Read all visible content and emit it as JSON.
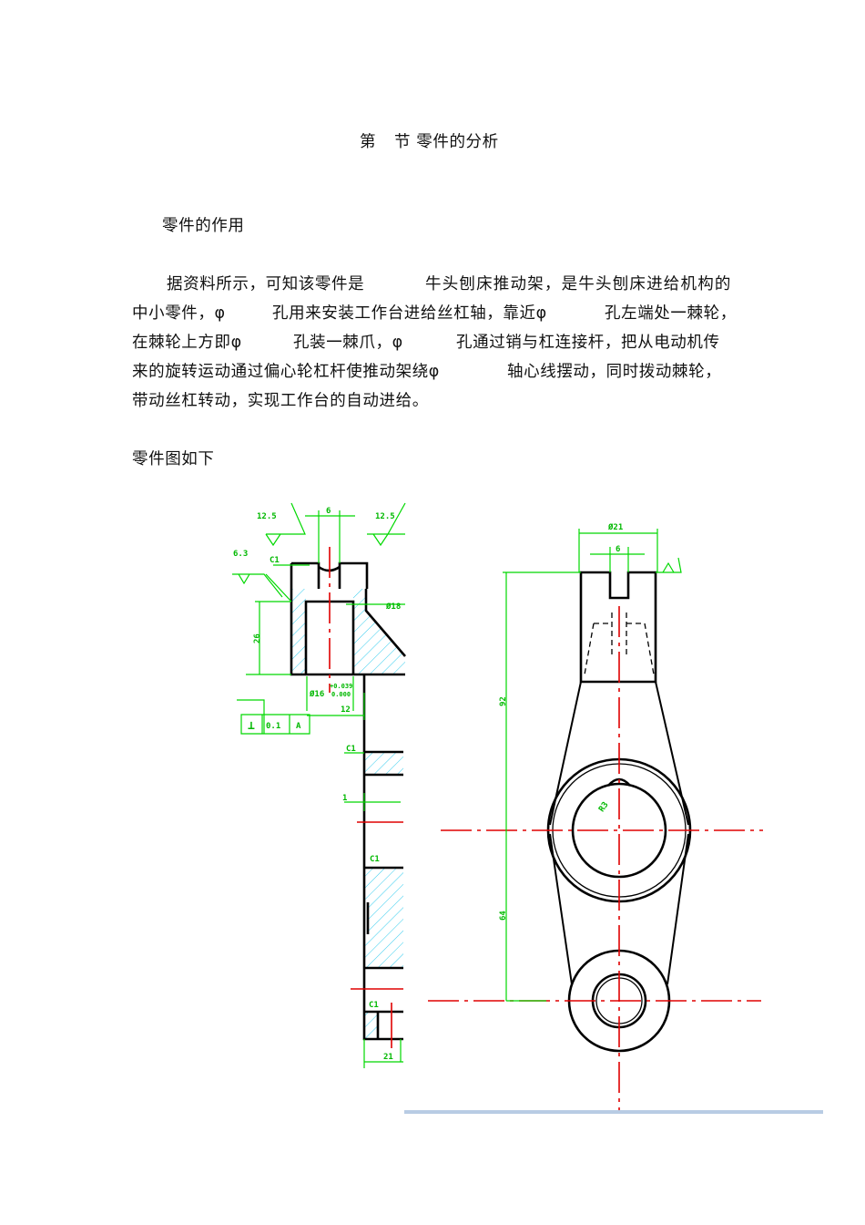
{
  "section_title": {
    "prefix": "第",
    "rest": "节  零件的分析"
  },
  "subheading": "零件的作用",
  "paragraph": {
    "line1": [
      "据资料所示，可知该零件是",
      "牛头刨床推动架，是牛头刨床进给机构的"
    ],
    "line2": [
      "中小零件，φ",
      "孔用来安装工作台进给丝杠轴，靠近φ",
      "孔左端处一棘轮，"
    ],
    "line3": [
      "在棘轮上方即φ",
      "孔装一棘爪，φ",
      "孔通过销与杠连接杆，把从电动机传"
    ],
    "line4": [
      "来的旋转运动通过偏心轮杠杆使推动架绕φ",
      "轴心线摆动，同时拨动棘轮，"
    ],
    "line5": "带动丝杠转动，实现工作台的自动进给。"
  },
  "figure_caption": "零件图如下",
  "drawing": {
    "left_view_labels": {
      "roughness_left": "12.5",
      "width_top": "6",
      "roughness_right": "12.5",
      "roughness_side": "6.3",
      "chamfer": "C1",
      "bore_dia": "Ø18",
      "depth": "26",
      "hole_dia": "Ø16",
      "tol_upper": "+0.039",
      "tol_lower": "0.000",
      "offset": "12",
      "perp_symbol": "⊥",
      "perp_value": "0.1",
      "datum": "A",
      "chamfer2": "C1",
      "dim1": "1",
      "chamfer3": "C1",
      "chamfer4": "C1",
      "bottom_dim": "21"
    },
    "right_view_labels": {
      "top_dia": "Ø21",
      "slot_width": "6",
      "height_upper": "92",
      "height_lower": "64",
      "radius": "R3"
    },
    "colors": {
      "dimension": "#00d800",
      "outline": "#000000",
      "centerline": "#e00000",
      "hatch": "#33ccee",
      "rule": "#b8cce4"
    }
  }
}
